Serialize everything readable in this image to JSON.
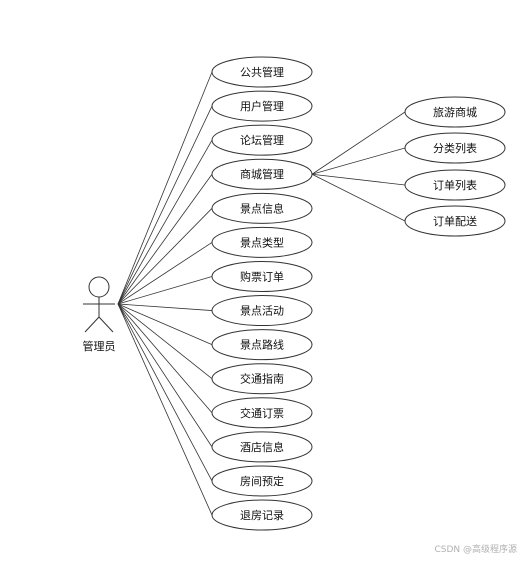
{
  "actor": {
    "label": "管理员"
  },
  "use_cases": [
    "公共管理",
    "用户管理",
    "论坛管理",
    "商城管理",
    "景点信息",
    "景点类型",
    "购票订单",
    "景点活动",
    "景点路线",
    "交通指南",
    "交通订票",
    "酒店信息",
    "房间预定",
    "退房记录"
  ],
  "sub_use_cases": {
    "parent": "商城管理",
    "items": [
      "旅游商城",
      "分类列表",
      "订单列表",
      "订单配送"
    ]
  },
  "watermark": "CSDN @高级程序源",
  "colors": {
    "line": "#333333",
    "fill": "#ffffff",
    "stroke": "#333333"
  }
}
